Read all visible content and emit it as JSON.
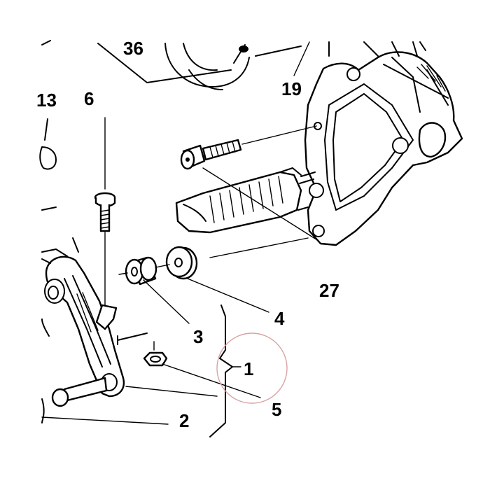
{
  "labels": {
    "l36": "36",
    "l19": "19",
    "l13": "13",
    "l6": "6",
    "l27": "27",
    "l4": "4",
    "l3": "3",
    "l1": "1",
    "l5": "5",
    "l2": "2"
  },
  "colors": {
    "ink": "#000000",
    "paper": "#ffffff",
    "highlight_circle": "#d9a3a3"
  }
}
